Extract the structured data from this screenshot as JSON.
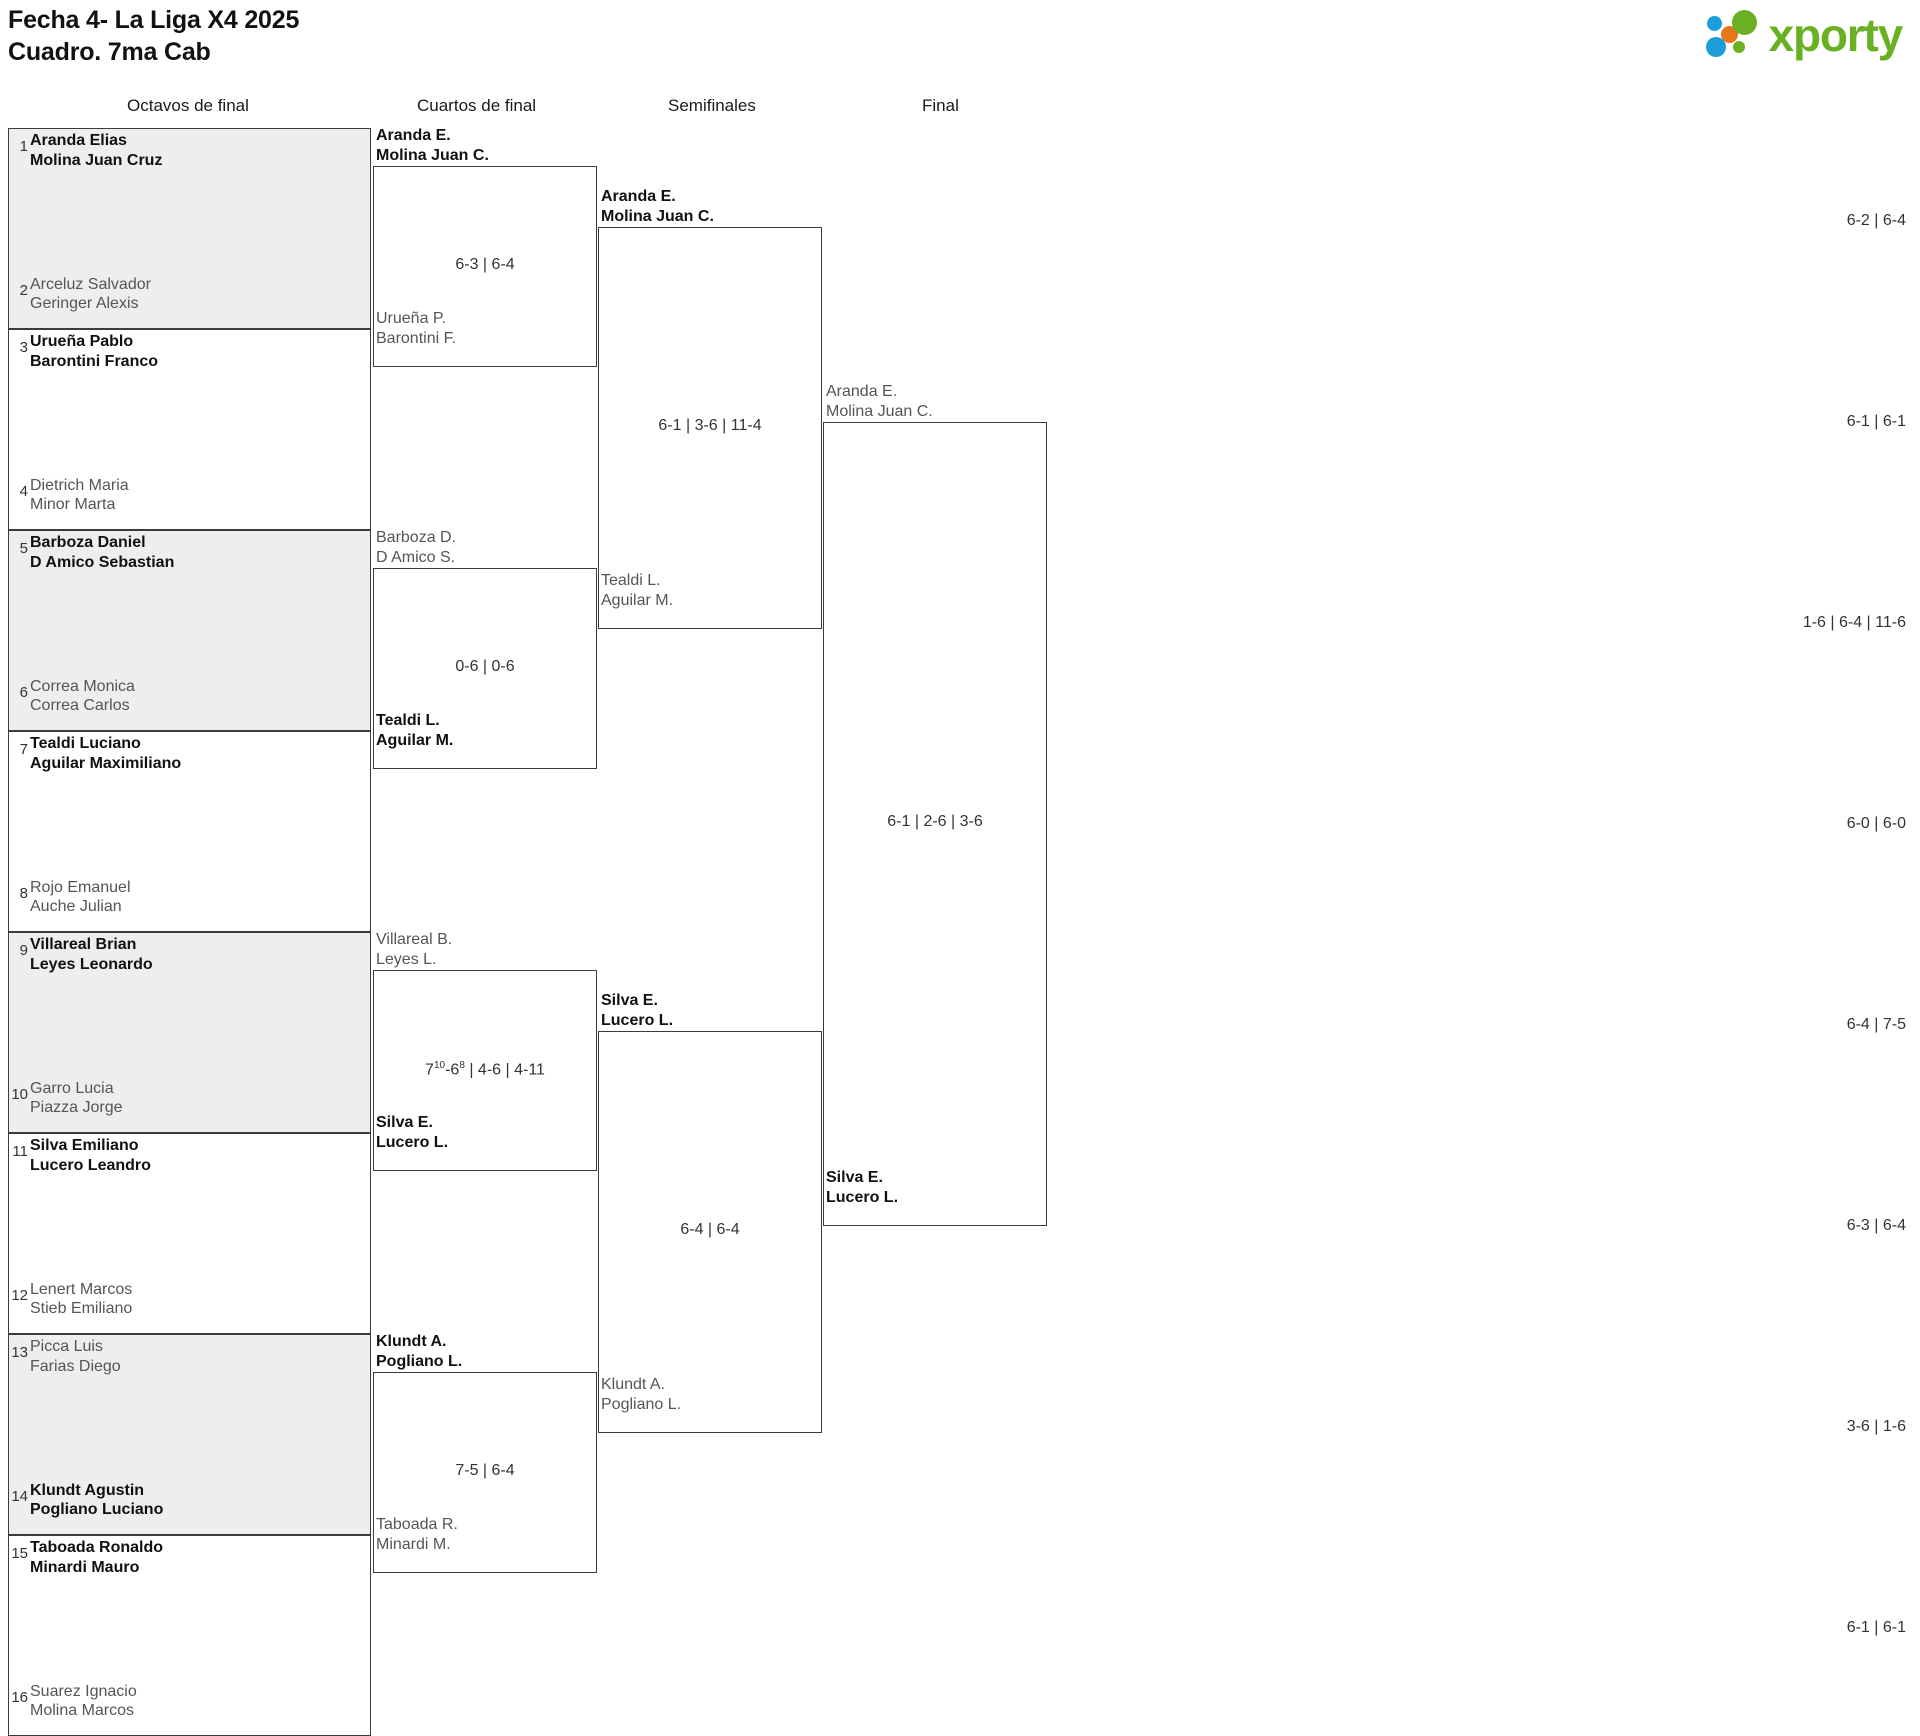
{
  "header": {
    "title": "Fecha 4- La Liga X4 2025\nCuadro. 7ma Cab",
    "brand": "xporty"
  },
  "rounds": [
    {
      "label": "Octavos de final"
    },
    {
      "label": "Cuartos de final"
    },
    {
      "label": "Semifinales"
    },
    {
      "label": "Final"
    }
  ],
  "round1": {
    "matches": [
      {
        "score": "6-2 | 6-4",
        "top": {
          "seed": "1",
          "names": "Aranda Elias\nMolina Juan Cruz",
          "winner": true
        },
        "bottom": {
          "seed": "2",
          "names": "Arceluz Salvador\nGeringer Alexis",
          "winner": false
        }
      },
      {
        "score": "6-1 | 6-1",
        "top": {
          "seed": "3",
          "names": "Urueña Pablo\nBarontini Franco",
          "winner": true
        },
        "bottom": {
          "seed": "4",
          "names": "Dietrich Maria\nMinor Marta",
          "winner": false
        }
      },
      {
        "score": "1-6 | 6-4 | 11-6",
        "top": {
          "seed": "5",
          "names": "Barboza Daniel\nD Amico Sebastian",
          "winner": true
        },
        "bottom": {
          "seed": "6",
          "names": "Correa Monica\nCorrea Carlos",
          "winner": false
        }
      },
      {
        "score": "6-0 | 6-0",
        "top": {
          "seed": "7",
          "names": "Tealdi Luciano\nAguilar Maximiliano",
          "winner": true
        },
        "bottom": {
          "seed": "8",
          "names": "Rojo Emanuel\nAuche Julian",
          "winner": false
        }
      },
      {
        "score": "6-4 | 7-5",
        "top": {
          "seed": "9",
          "names": "Villareal Brian\nLeyes Leonardo",
          "winner": true
        },
        "bottom": {
          "seed": "10",
          "names": "Garro Lucia\nPiazza Jorge",
          "winner": false
        }
      },
      {
        "score": "6-3 | 6-4",
        "top": {
          "seed": "11",
          "names": "Silva Emiliano\nLucero Leandro",
          "winner": true
        },
        "bottom": {
          "seed": "12",
          "names": "Lenert Marcos\nStieb Emiliano",
          "winner": false
        }
      },
      {
        "score": "3-6 | 1-6",
        "top": {
          "seed": "13",
          "names": "Picca Luis\nFarias Diego",
          "winner": false
        },
        "bottom": {
          "seed": "14",
          "names": "Klundt Agustin\nPogliano Luciano",
          "winner": true
        }
      },
      {
        "score": "6-1 | 6-1",
        "top": {
          "seed": "15",
          "names": "Taboada Ronaldo\nMinardi Mauro",
          "winner": true
        },
        "bottom": {
          "seed": "16",
          "names": "Suarez Ignacio\nMolina Marcos",
          "winner": false
        }
      }
    ]
  },
  "round2": {
    "matches": [
      {
        "score": "6-3 | 6-4",
        "top": {
          "names": "Aranda E.\nMolina Juan C.",
          "winner": true
        },
        "bottom": {
          "names": "Urueña P.\nBarontini F.",
          "winner": false
        }
      },
      {
        "score": "0-6 | 0-6",
        "top": {
          "names": "Barboza D.\nD Amico S.",
          "winner": false
        },
        "bottom": {
          "names": "Tealdi L.\nAguilar M.",
          "winner": true
        }
      },
      {
        "score_html": "7<sup>10</sup>-6<sup>8</sup> | 4-6 | 4-11",
        "score": "7 10-6 8 | 4-6 | 4-11",
        "top": {
          "names": "Villareal B.\nLeyes L.",
          "winner": false
        },
        "bottom": {
          "names": "Silva E.\nLucero L.",
          "winner": true
        }
      },
      {
        "score": "7-5 | 6-4",
        "top": {
          "names": "Klundt A.\nPogliano L.",
          "winner": true
        },
        "bottom": {
          "names": "Taboada R.\nMinardi M.",
          "winner": false
        }
      }
    ]
  },
  "round3": {
    "matches": [
      {
        "score": "6-1 | 3-6 | 11-4",
        "top": {
          "names": "Aranda E.\nMolina Juan C.",
          "winner": true
        },
        "bottom": {
          "names": "Tealdi L.\nAguilar M.",
          "winner": false
        }
      },
      {
        "score": "6-4 | 6-4",
        "top": {
          "names": "Silva E.\nLucero L.",
          "winner": true
        },
        "bottom": {
          "names": "Klundt A.\nPogliano L.",
          "winner": false
        }
      }
    ]
  },
  "round4": {
    "matches": [
      {
        "score": "6-1 | 2-6 | 3-6",
        "top": {
          "names": "Aranda E.\nMolina Juan C.",
          "winner": false
        },
        "bottom": {
          "names": "Silva E.\nLucero L.",
          "winner": true
        }
      }
    ]
  },
  "colors": {
    "brand_green": "#6ab023",
    "brand_blue": "#1b9dd9",
    "brand_orange": "#e8761a",
    "row_shade": "#eeeeee",
    "line": "#3b3b3b",
    "winner_text": "#111111",
    "loser_text": "#555555"
  }
}
